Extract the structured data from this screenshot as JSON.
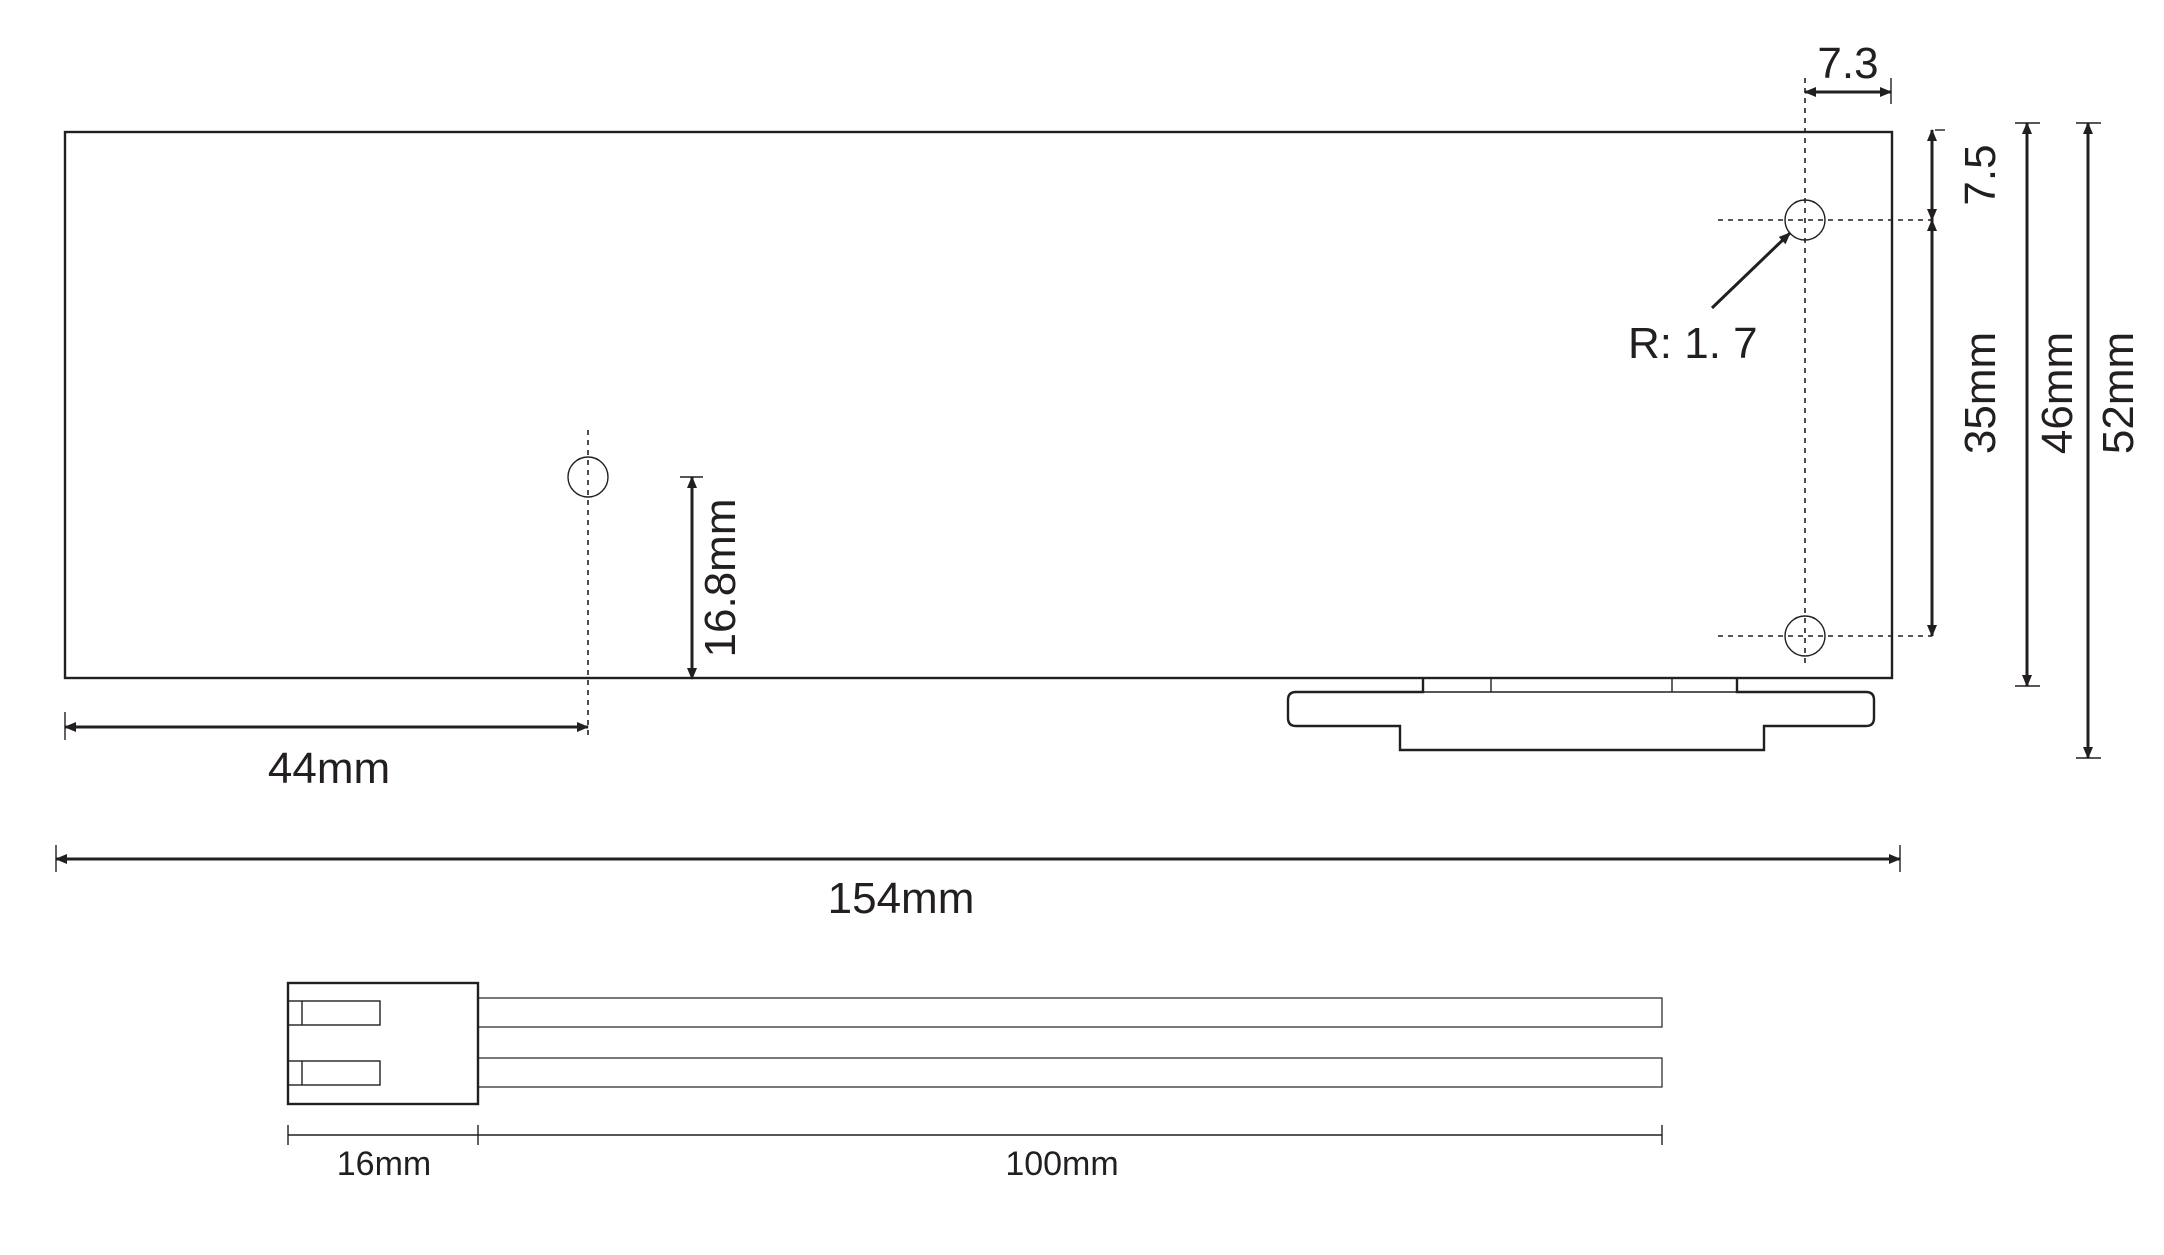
{
  "drawing": {
    "colors": {
      "line": "#231f20",
      "background": "#ffffff"
    },
    "dimensions": {
      "hole_offset_x": "7.3",
      "hole_offset_top": "7.5",
      "hole_radius": "R: 1. 7",
      "hole_spacing": "35mm",
      "height_inner": "46mm",
      "height_total": "52mm",
      "center_hole_height": "16.8mm",
      "center_hole_x": "44mm",
      "total_length": "154mm",
      "connector_length": "16mm",
      "cable_length": "100mm"
    }
  }
}
